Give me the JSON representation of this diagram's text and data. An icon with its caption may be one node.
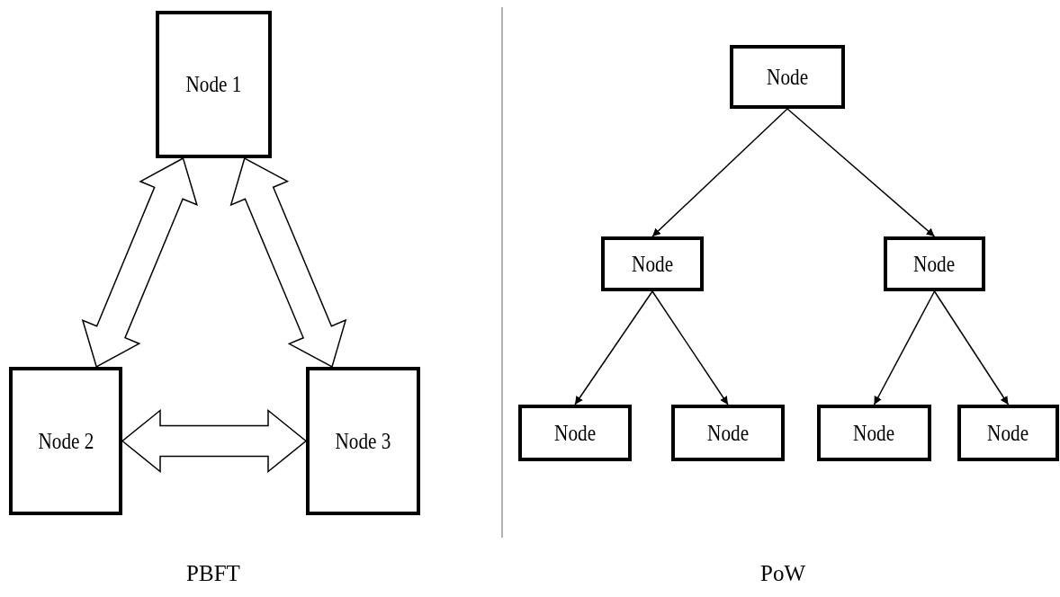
{
  "diagram": {
    "nodes": [
      {
        "text": [
          "Node 1"
        ]
      },
      {
        "text": [
          "Node 2"
        ]
      },
      {
        "text": [
          "Node 3"
        ]
      },
      {
        "text": [
          "Node"
        ]
      },
      {
        "text": [
          "Node"
        ]
      },
      {
        "text": [
          "Node"
        ]
      },
      {
        "text": [
          "Node"
        ]
      },
      {
        "text": [
          "Node"
        ]
      },
      {
        "text": [
          "Node"
        ]
      },
      {
        "text": [
          "Node"
        ]
      }
    ],
    "edges": [
      {
        "from": 0,
        "to": 1,
        "arrow": "both",
        "style": "thick"
      },
      {
        "from": 0,
        "to": 2,
        "arrow": "both",
        "style": "thick"
      },
      {
        "from": 1,
        "to": 2,
        "arrow": "both",
        "style": "thick"
      },
      {
        "from": 3,
        "to": 4,
        "arrow": "to"
      },
      {
        "from": 3,
        "to": 5,
        "arrow": "to"
      },
      {
        "from": 4,
        "to": 6,
        "arrow": "to"
      },
      {
        "from": 4,
        "to": 7,
        "arrow": "to"
      },
      {
        "from": 5,
        "to": 8,
        "arrow": "to"
      },
      {
        "from": 5,
        "to": 9,
        "arrow": "to"
      }
    ],
    "labels": [
      "PBFT",
      "PoW"
    ]
  }
}
